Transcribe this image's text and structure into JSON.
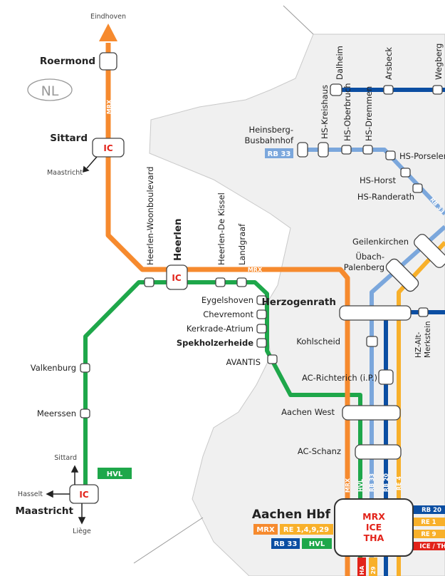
{
  "country_badge": "NL",
  "stations": {
    "eindhoven": "Eindhoven",
    "roermond": "Roermond",
    "sittard": "Sittard",
    "maastricht_dir": "Maastricht",
    "heerlen_woonboulevard": "Heerlen-Woonboulevard",
    "heerlen": "Heerlen",
    "heerlen_de_kissel": "Heerlen-De Kissel",
    "landgraaf": "Landgraaf",
    "eygelshoven": "Eygelshoven",
    "chevremont": "Chevremont",
    "kerkrade_atrium": "Kerkrade-Atrium",
    "spekholzerheide": "Spekholzerheide",
    "avantis": "AVANTIS",
    "valkenburg": "Valkenburg",
    "meerssen": "Meerssen",
    "sittard_dir": "Sittard",
    "hasselt_dir": "Hasselt",
    "maastricht": "Maastricht",
    "liege_dir": "Liège",
    "dalheim": "Dalheim",
    "arsbeck": "Arsbeck",
    "wegberg": "Wegberg",
    "heinsberg_1": "Heinsberg-",
    "heinsberg_2": "Busbahnhof",
    "hs_kreishaus": "HS-Kreishaus",
    "hs_oberbruch": "HS-Oberbruch",
    "hs_dremmen": "HS-Dremmen",
    "hs_porselen": "HS-Porselen",
    "hs_horst": "HS-Horst",
    "hs_randerath": "HS-Randerath",
    "geilenkirchen": "Geilenkirchen",
    "uebach_1": "Übach-",
    "uebach_2": "Palenberg",
    "herzogenrath": "Herzogenrath",
    "hz_alt_merkstein_1": "HZ-Alt-",
    "hz_alt_merkstein_2": "Merkstein",
    "kohlscheid": "Kohlscheid",
    "ac_richterich": "AC-Richterich (i.P.)",
    "aachen_west": "Aachen West",
    "ac_schanz": "AC-Schanz",
    "aachen_hbf": "Aachen Hbf"
  },
  "station_badges": {
    "sittard": "IC",
    "heerlen": "IC",
    "maastricht": "IC"
  },
  "hub_services": [
    "MRX",
    "ICE",
    "THA"
  ],
  "line_tags": {
    "mrx_main": "MRX",
    "mrx_horizontal": "MRX",
    "rb33_heinsberg": "RB 33",
    "rb33_diag": "RB 33",
    "hvl_maastricht": "HVL",
    "v_mrx": "MRX",
    "v_hvl": "HVL",
    "v_rb33": "RB 33",
    "v_rb20": "RB 20",
    "v_re4": "RE 4",
    "b_ha": "HA",
    "b_29": "29"
  },
  "legend_hbf": {
    "mrx": "MRX",
    "re": "RE 1,4,9,29",
    "rb33": "RB 33",
    "hvl": "HVL"
  },
  "right_exits": {
    "rb20": "RB 20",
    "re1": "RE 1",
    "re9": "RE 9",
    "ice": "ICE / TH"
  },
  "colors": {
    "mrx": "#f68a2e",
    "hvl": "#1ea74a",
    "rb33": "#7ba7dc",
    "rb20": "#0b4ea2",
    "re": "#f8b02a",
    "ic_red": "#e2231a",
    "area_gray": "#f0f0f0"
  }
}
